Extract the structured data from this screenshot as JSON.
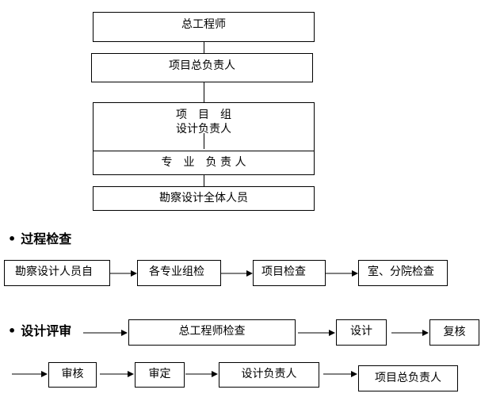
{
  "org_chart": {
    "chief_engineer": "总工程师",
    "project_leader": "项目总负责人",
    "project_group_line1": "项　目　组",
    "project_group_line2": "设计负责人",
    "specialty_leader": "专　业　负 责 人",
    "all_staff": "勘察设计全体人员"
  },
  "process_check": {
    "title": "过程检查",
    "steps": [
      "勘察设计人员自",
      "各专业组检",
      "项目检查",
      "室、分院检查"
    ]
  },
  "design_review": {
    "title": "设计评审",
    "row1": [
      "总工程师检查",
      "设计",
      "复核"
    ],
    "row2": [
      "审核",
      "审定",
      "设计负责人",
      "项目总负责人"
    ]
  }
}
